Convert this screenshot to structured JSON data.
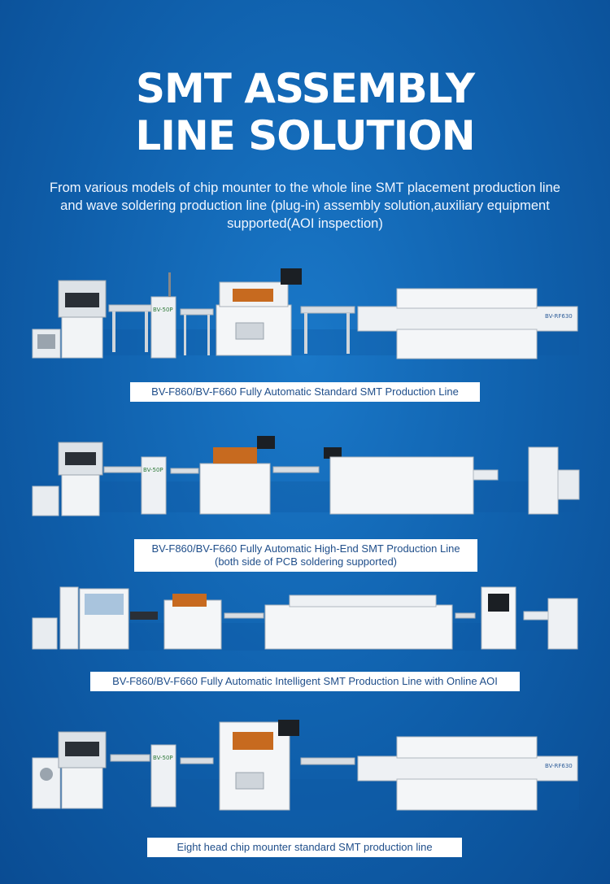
{
  "header": {
    "title_line1": "SMT ASSEMBLY",
    "title_line2": "LINE SOLUTION",
    "subtitle": "From various models of chip mounter to the whole line SMT placement production line and wave soldering production line (plug-in) assembly solution,auxiliary equipment supported(AOI inspection)"
  },
  "lines": [
    {
      "caption": "BV-F860/BV-F660 Fully Automatic Standard SMT Production Line",
      "caption_line2": "",
      "machine_labels": [
        "BV-50P",
        "BV-RF630"
      ]
    },
    {
      "caption": "BV-F860/BV-F660 Fully Automatic High-End SMT Production Line",
      "caption_line2": "(both side of PCB soldering supported)",
      "machine_labels": [
        "BV-50P"
      ]
    },
    {
      "caption": "BV-F860/BV-F660 Fully Automatic Intelligent SMT Production Line with Online AOI",
      "caption_line2": "",
      "machine_labels": []
    },
    {
      "caption": "Eight head chip mounter standard SMT production line",
      "caption_line2": "",
      "machine_labels": [
        "BV-50P",
        "BV-RF630"
      ]
    }
  ]
}
